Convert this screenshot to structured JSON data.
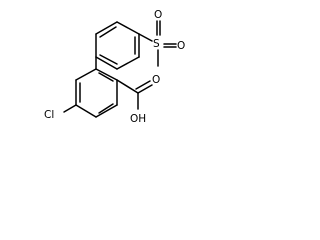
{
  "structure": {
    "atoms": [
      {
        "id": "Cl",
        "label": "Cl"
      },
      {
        "id": "O_keto",
        "label": "O"
      },
      {
        "id": "O_hydroxyl",
        "label": "OH"
      },
      {
        "id": "S",
        "label": "S"
      },
      {
        "id": "O_s_top",
        "label": "O"
      },
      {
        "id": "O_s_bottom",
        "label": "O"
      }
    ]
  }
}
